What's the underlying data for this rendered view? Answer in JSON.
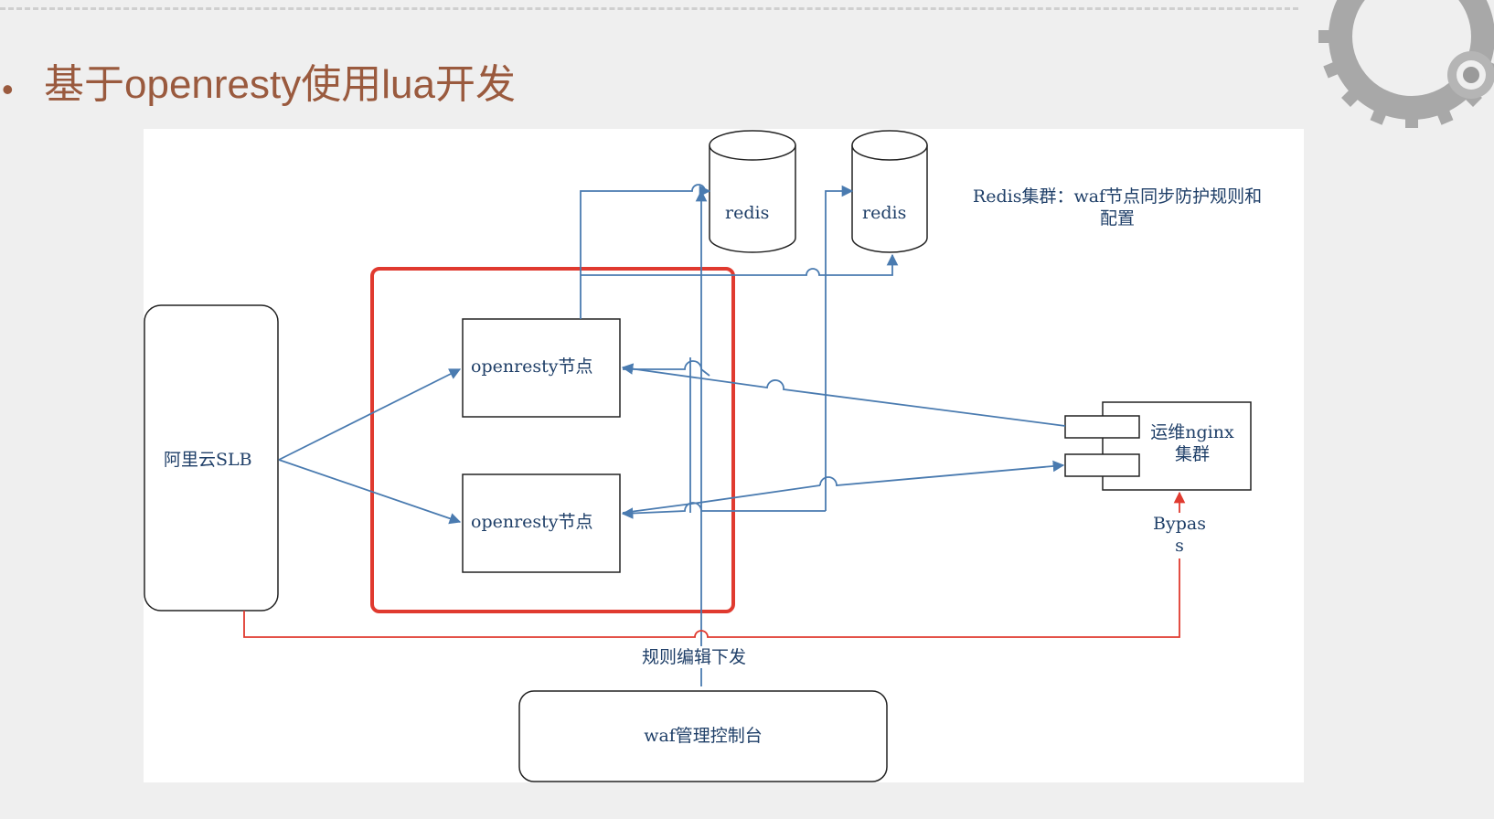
{
  "slide": {
    "title": "基于openresty使用lua开发",
    "bullet": "•"
  },
  "diagram": {
    "slb_label": "阿里云SLB",
    "node_1_label": "openresty节点",
    "node_2_label": "openresty节点",
    "redis_1_label": "redis",
    "redis_2_label": "redis",
    "redis_note_line1": "Redis集群：waf节点同步防护规则和",
    "redis_note_line2": "配置",
    "ops_nginx_line1": "运维nginx",
    "ops_nginx_line2": "集群",
    "bypass_line1": "Bypas",
    "bypass_line2": "s",
    "rule_push_label": "规则编辑下发",
    "console_label": "waf管理控制台"
  },
  "colors": {
    "title": "#9a5a3e",
    "connector": "#4a7bb0",
    "highlight": "#e03a2f",
    "bypass": "#e03a2f",
    "text": "#1f3f68"
  }
}
